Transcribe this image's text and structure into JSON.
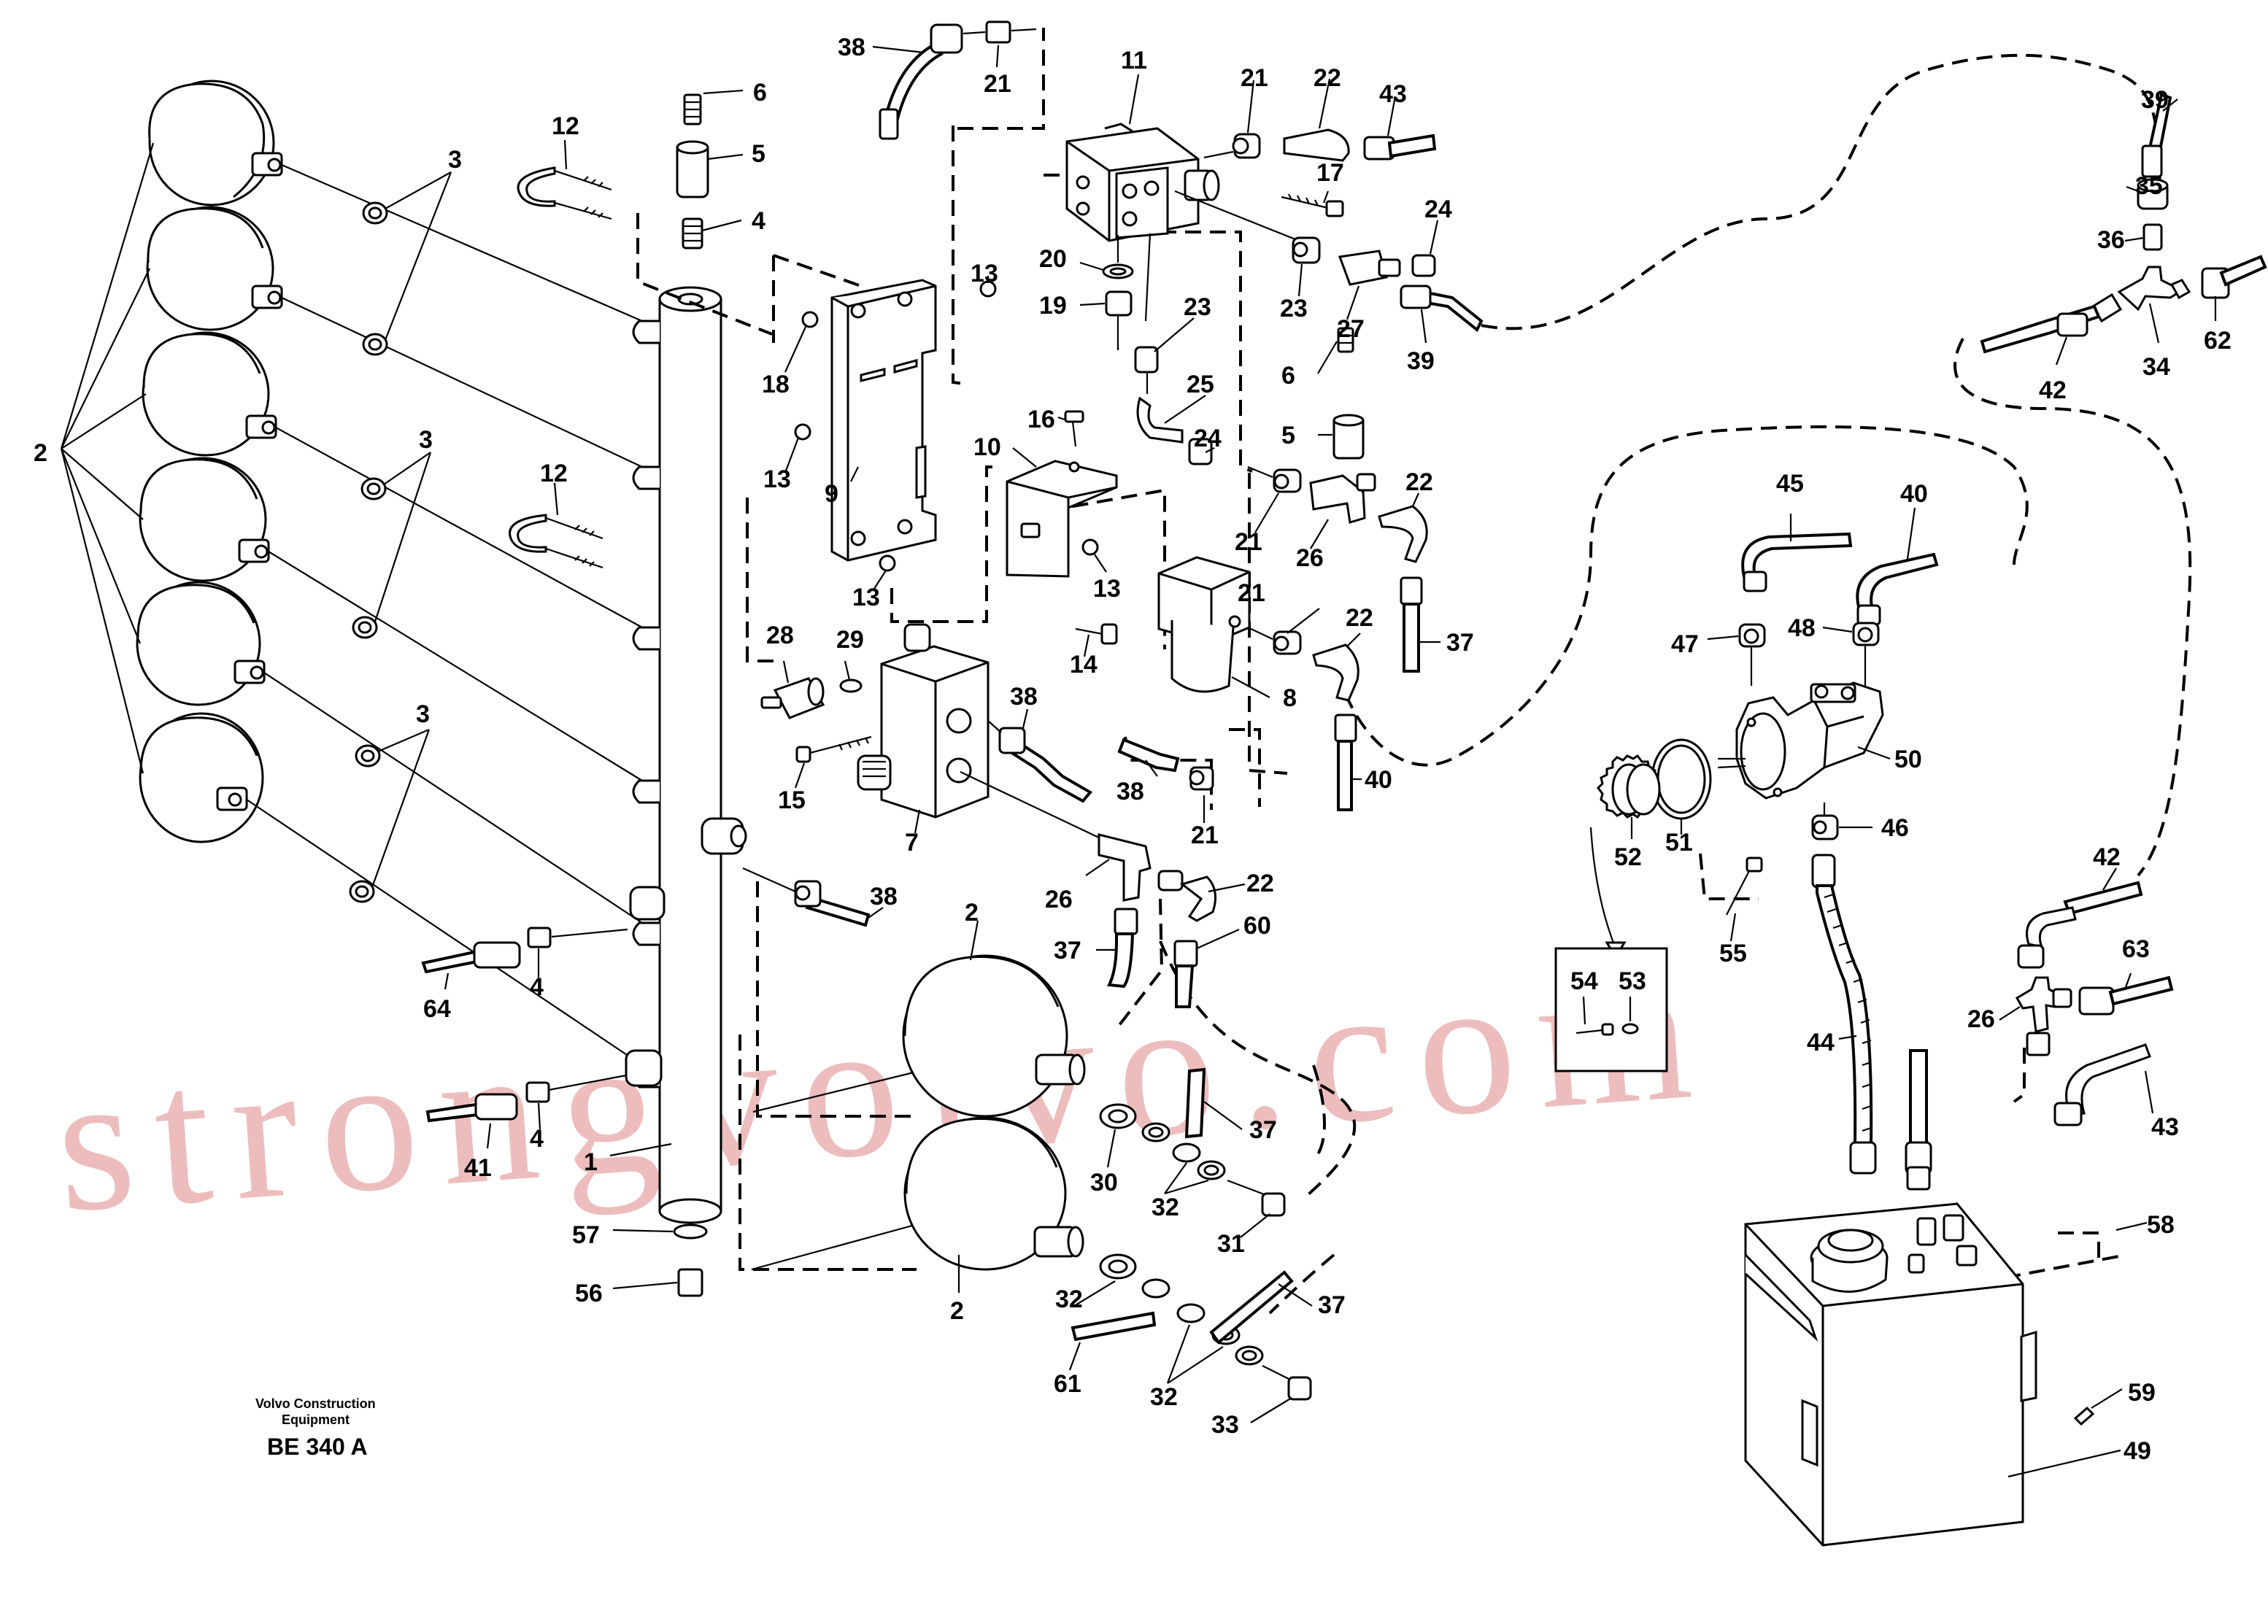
{
  "diagram": {
    "watermark": "strongvolvo.com",
    "credit_line1": "Volvo Construction",
    "credit_line2": "Equipment",
    "drawing_code": "BE 340 A"
  },
  "labels": [
    "2",
    "3",
    "3",
    "3",
    "12",
    "12",
    "6",
    "5",
    "4",
    "1",
    "41",
    "4",
    "64",
    "4",
    "57",
    "56",
    "38",
    "21",
    "11",
    "21",
    "22",
    "43",
    "17",
    "24",
    "13",
    "18",
    "13",
    "9",
    "13",
    "20",
    "19",
    "23",
    "25",
    "24",
    "23",
    "27",
    "39",
    "28",
    "29",
    "15",
    "7",
    "38",
    "16",
    "10",
    "13",
    "14",
    "6",
    "5",
    "21",
    "26",
    "22",
    "8",
    "21",
    "22",
    "37",
    "40",
    "38",
    "21",
    "38",
    "26",
    "22",
    "60",
    "37",
    "2",
    "37",
    "30",
    "32",
    "31",
    "32",
    "2",
    "61",
    "32",
    "37",
    "33",
    "39",
    "35",
    "36",
    "34",
    "62",
    "42",
    "45",
    "40",
    "47",
    "48",
    "50",
    "52",
    "51",
    "46",
    "55",
    "54",
    "53",
    "44",
    "42",
    "63",
    "26",
    "43",
    "58",
    "59",
    "49"
  ]
}
